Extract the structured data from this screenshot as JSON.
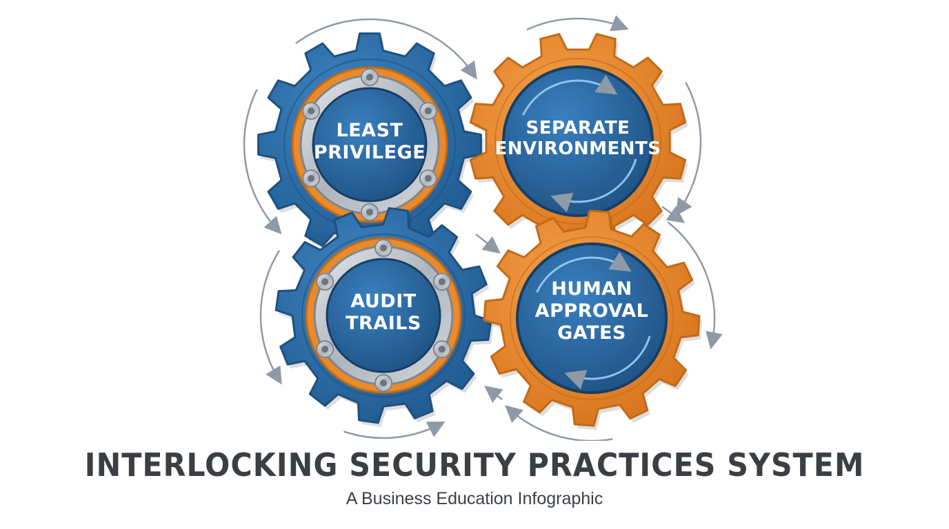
{
  "diagram": {
    "title": "INTERLOCKING SECURITY PRACTICES SYSTEM",
    "subtitle": "A Business Education Infographic",
    "gears": [
      {
        "id": "least-privilege",
        "lines": [
          "LEAST",
          "PRIVILEGE"
        ],
        "color": "blue"
      },
      {
        "id": "separate-environments",
        "lines": [
          "SEPARATE",
          "ENVIRONMENTS"
        ],
        "color": "orange"
      },
      {
        "id": "audit-trails",
        "lines": [
          "AUDIT",
          "TRAILS"
        ],
        "color": "blue"
      },
      {
        "id": "human-approval-gates",
        "lines": [
          "HUMAN",
          "APPROVAL",
          "GATES"
        ],
        "color": "orange"
      }
    ]
  },
  "colors": {
    "blue": "#2f6ea6",
    "blue_dark": "#1f4f7e",
    "orange": "#e98a2b",
    "orange_dark": "#c26a17",
    "metal": "#b9bfc6",
    "arrow": "#8e9aa6",
    "text": "#3b3f44"
  }
}
